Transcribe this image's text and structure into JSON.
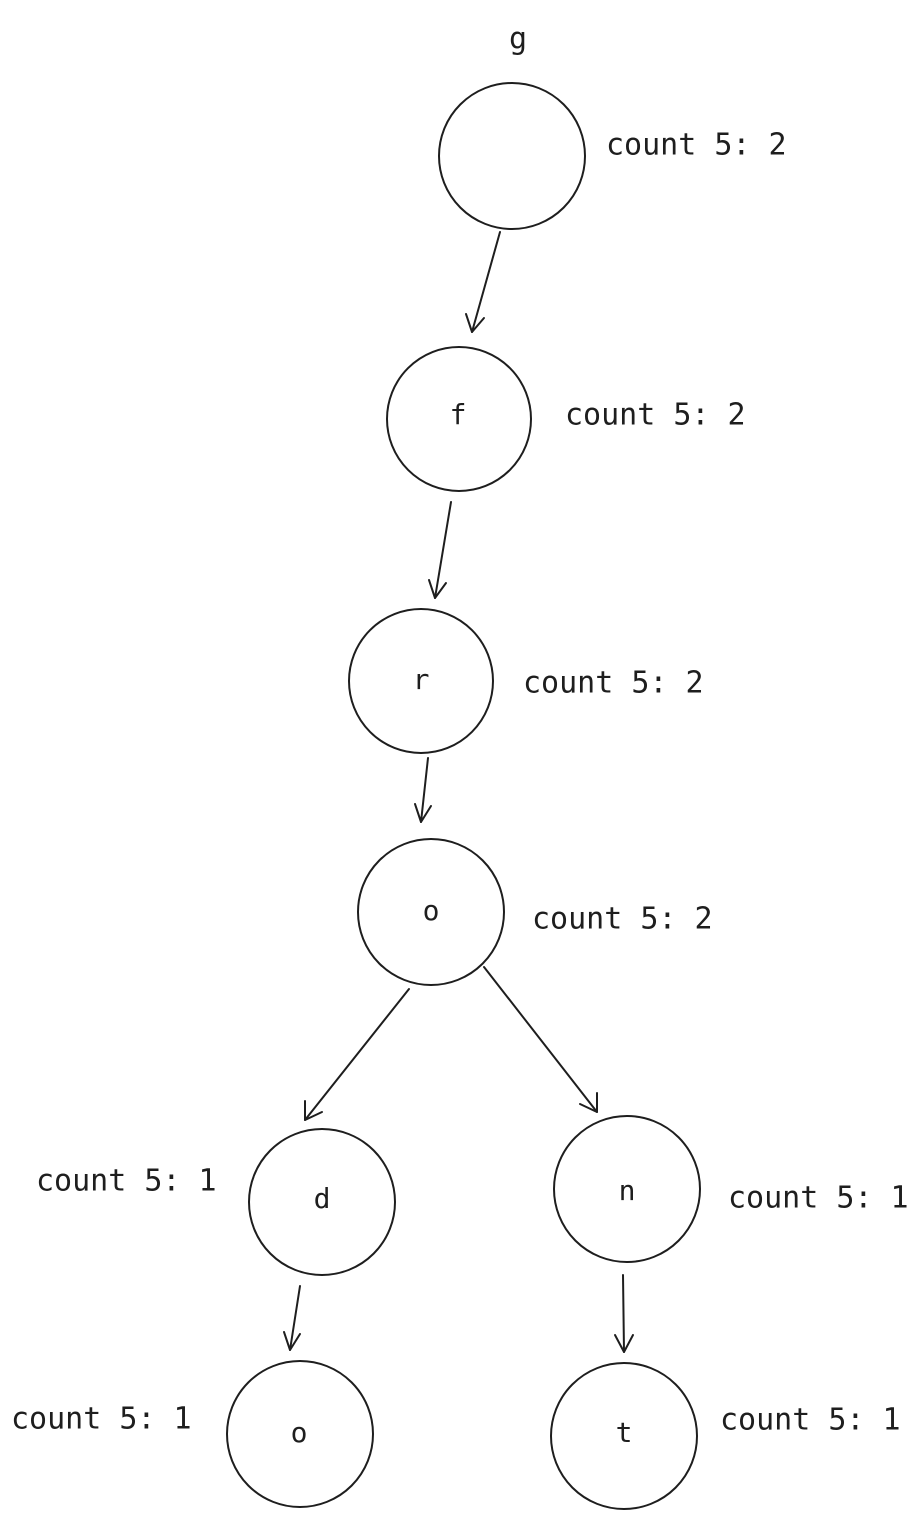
{
  "title": "g",
  "nodes": [
    {
      "id": "root",
      "label": "",
      "count_text": "count 5: 2"
    },
    {
      "id": "f",
      "label": "f",
      "count_text": "count 5: 2"
    },
    {
      "id": "r",
      "label": "r",
      "count_text": "count 5: 2"
    },
    {
      "id": "o1",
      "label": "o",
      "count_text": "count 5: 2"
    },
    {
      "id": "d",
      "label": "d",
      "count_text": "count 5: 1"
    },
    {
      "id": "n",
      "label": "n",
      "count_text": "count 5: 1"
    },
    {
      "id": "o2",
      "label": "o",
      "count_text": "count 5: 1"
    },
    {
      "id": "t",
      "label": "t",
      "count_text": "count 5: 1"
    }
  ],
  "edges": [
    {
      "from": "root",
      "to": "f"
    },
    {
      "from": "f",
      "to": "r"
    },
    {
      "from": "r",
      "to": "o1"
    },
    {
      "from": "o1",
      "to": "d"
    },
    {
      "from": "o1",
      "to": "n"
    },
    {
      "from": "d",
      "to": "o2"
    },
    {
      "from": "n",
      "to": "t"
    }
  ]
}
